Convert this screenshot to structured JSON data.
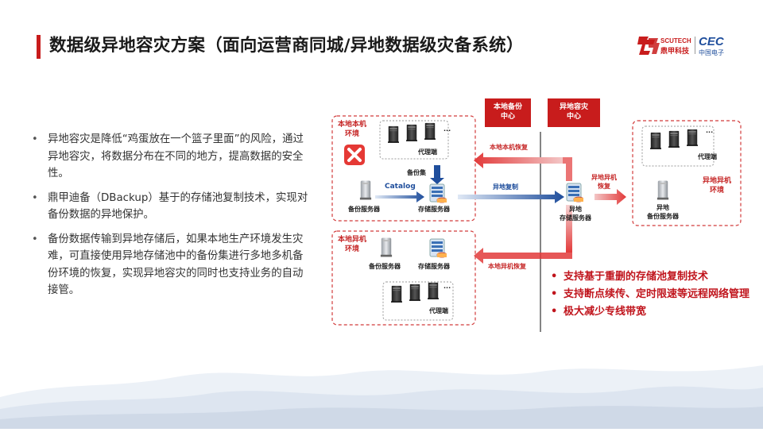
{
  "header": {
    "title": "数据级异地容灾方案（面向运营商同城/异地数据级灾备系统）",
    "logo_left_text_top": "SCUTECH",
    "logo_left_text_bottom": "鼎甲科技",
    "logo_right_text_top": "CEC",
    "logo_right_text_bottom": "中国电子",
    "accent_color": "#c81c1c"
  },
  "bullets": [
    "异地容灾是降低“鸡蛋放在一个篮子里面”的风险，通过异地容灾，将数据分布在不同的地方，提高数据的安全性。",
    "鼎甲迪备（DBackup）基于的存储池复制技术，实现对备份数据的异地保护。",
    "备份数据传输到异地存储后，如果本地生产环境发生灾难，可直接使用异地存储池中的备份集进行多地多机备份环境的恢复，实现异地容灾的同时也支持业务的自动接管。"
  ],
  "diagram": {
    "local_backup_center": "本地备份\n中心",
    "remote_dr_center": "异地容灾\n中心",
    "local_env_label": "本地本机\n环境",
    "local_remote_env_label": "本地异机\n环境",
    "remote_remote_env_label": "异地异机\n环境",
    "proxy": "代理端",
    "ellipsis": "...",
    "backup_set": "备份集",
    "catalog": "Catalog",
    "backup_server": "备份服务器",
    "storage_server": "存储服务器",
    "remote_storage_server": "异地\n存储服务器",
    "remote_backup_server": "异地\n备份服务器",
    "arrow_local_restore": "本地本机恢复",
    "arrow_remote_copy": "异地复制",
    "arrow_remote_restore": "异地异机\n恢复",
    "arrow_local_remote_restore": "本地异机恢复"
  },
  "features": [
    "支持基于重删的存储池复制技术",
    "支持断点续传、定时限速等远程网络管理",
    "极大减少专线带宽"
  ],
  "colors": {
    "red": "#c62828",
    "blue": "#1f4e9c"
  }
}
